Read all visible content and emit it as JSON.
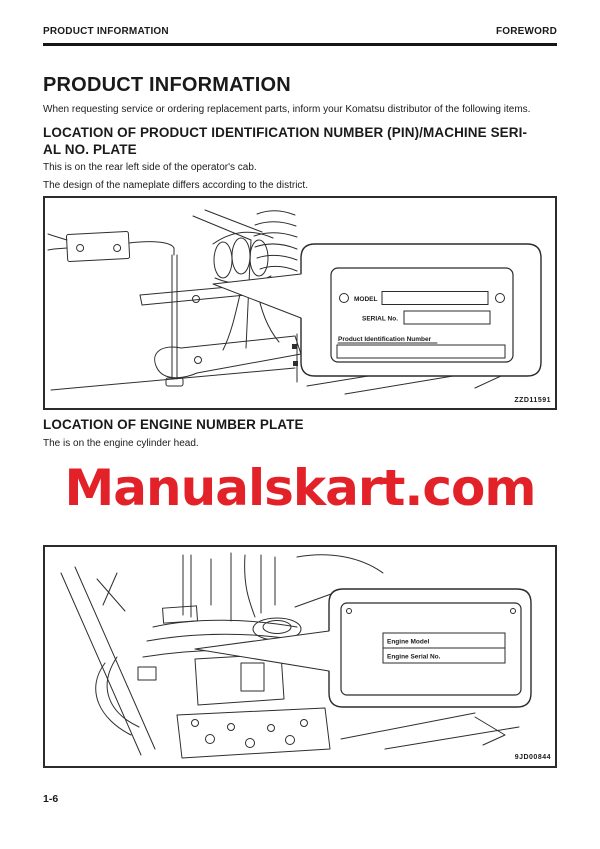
{
  "header": {
    "left": "PRODUCT INFORMATION",
    "right": "FOREWORD"
  },
  "title": "PRODUCT INFORMATION",
  "intro": "When requesting service or ordering replacement parts, inform your Komatsu distributor of the following items.",
  "section1": {
    "heading_line1": "LOCATION OF PRODUCT IDENTIFICATION NUMBER (PIN)/MACHINE SERI-",
    "heading_line2": "AL NO. PLATE",
    "caption1": "This is on the rear left side of the operator's cab.",
    "caption2": "The design of the nameplate differs according to the district.",
    "figure": {
      "plate": {
        "model_label": "MODEL",
        "serial_label": "SERIAL No.",
        "pin_label": "Product Identification Number"
      },
      "code": "ZZD11591"
    }
  },
  "section2": {
    "heading": "LOCATION OF ENGINE NUMBER PLATE",
    "caption": "The is on the engine cylinder head.",
    "figure": {
      "plate": {
        "model_label": "Engine Model",
        "serial_label": "Engine Serial No."
      },
      "code": "9JD00844"
    }
  },
  "watermark": {
    "text": "Manualskart.com",
    "color": "#e32128"
  },
  "footer": {
    "page_number": "1-6"
  }
}
